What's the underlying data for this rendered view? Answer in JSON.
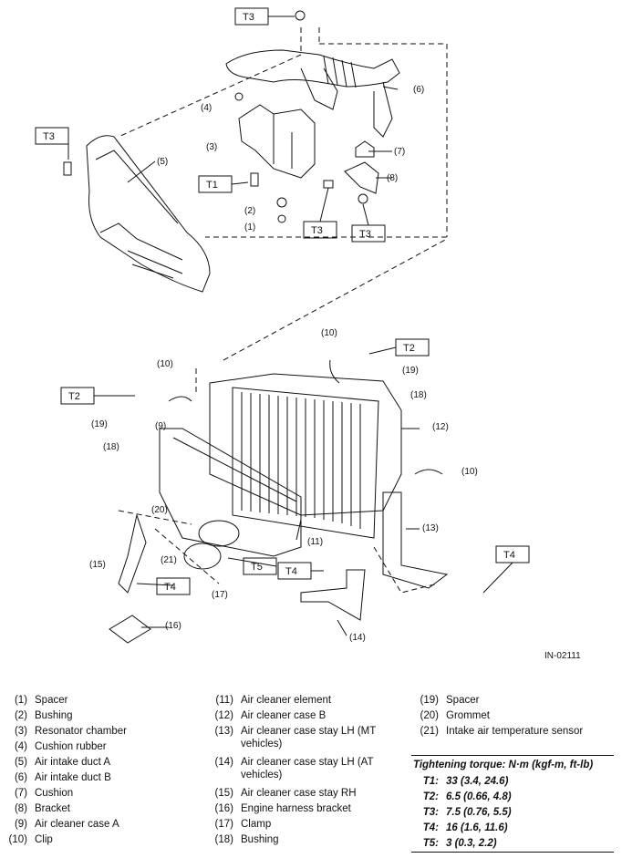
{
  "figure": {
    "code": "IN-02111",
    "callouts": [
      "(1)",
      "(2)",
      "(3)",
      "(4)",
      "(5)",
      "(6)",
      "(7)",
      "(8)",
      "(9)",
      "(10)",
      "(11)",
      "(12)",
      "(13)",
      "(14)",
      "(15)",
      "(16)",
      "(17)",
      "(18)",
      "(19)",
      "(20)",
      "(21)"
    ],
    "torque_tags": [
      "T1",
      "T2",
      "T3",
      "T4",
      "T5"
    ]
  },
  "legend": {
    "col1": [
      {
        "num": "(1)",
        "text": "Spacer"
      },
      {
        "num": "(2)",
        "text": "Bushing"
      },
      {
        "num": "(3)",
        "text": "Resonator chamber"
      },
      {
        "num": "(4)",
        "text": "Cushion rubber"
      },
      {
        "num": "(5)",
        "text": "Air intake duct A"
      },
      {
        "num": "(6)",
        "text": "Air intake duct B"
      },
      {
        "num": "(7)",
        "text": "Cushion"
      },
      {
        "num": "(8)",
        "text": "Bracket"
      },
      {
        "num": "(9)",
        "text": "Air cleaner case A"
      },
      {
        "num": "(10)",
        "text": "Clip"
      }
    ],
    "col2": [
      {
        "num": "(11)",
        "text": "Air cleaner element"
      },
      {
        "num": "(12)",
        "text": "Air cleaner case B"
      },
      {
        "num": "(13)",
        "text": "Air cleaner case stay LH (MT vehicles)"
      },
      {
        "num": "(14)",
        "text": "Air cleaner case stay LH (AT vehicles)"
      },
      {
        "num": "(15)",
        "text": "Air cleaner case stay RH"
      },
      {
        "num": "(16)",
        "text": "Engine harness bracket"
      },
      {
        "num": "(17)",
        "text": "Clamp"
      },
      {
        "num": "(18)",
        "text": "Bushing"
      }
    ],
    "col3": [
      {
        "num": "(19)",
        "text": "Spacer"
      },
      {
        "num": "(20)",
        "text": "Grommet"
      },
      {
        "num": "(21)",
        "text": "Intake air temperature sensor"
      }
    ],
    "torque": {
      "heading": "Tightening torque: N·m (kgf-m, ft-lb)",
      "rows": [
        {
          "code": "T1:",
          "value": "33 (3.4, 24.6)"
        },
        {
          "code": "T2:",
          "value": "6.5 (0.66, 4.8)"
        },
        {
          "code": "T3:",
          "value": "7.5 (0.76, 5.5)"
        },
        {
          "code": "T4:",
          "value": "16 (1.6, 11.6)"
        },
        {
          "code": "T5:",
          "value": "3 (0.3, 2.2)"
        }
      ]
    }
  }
}
